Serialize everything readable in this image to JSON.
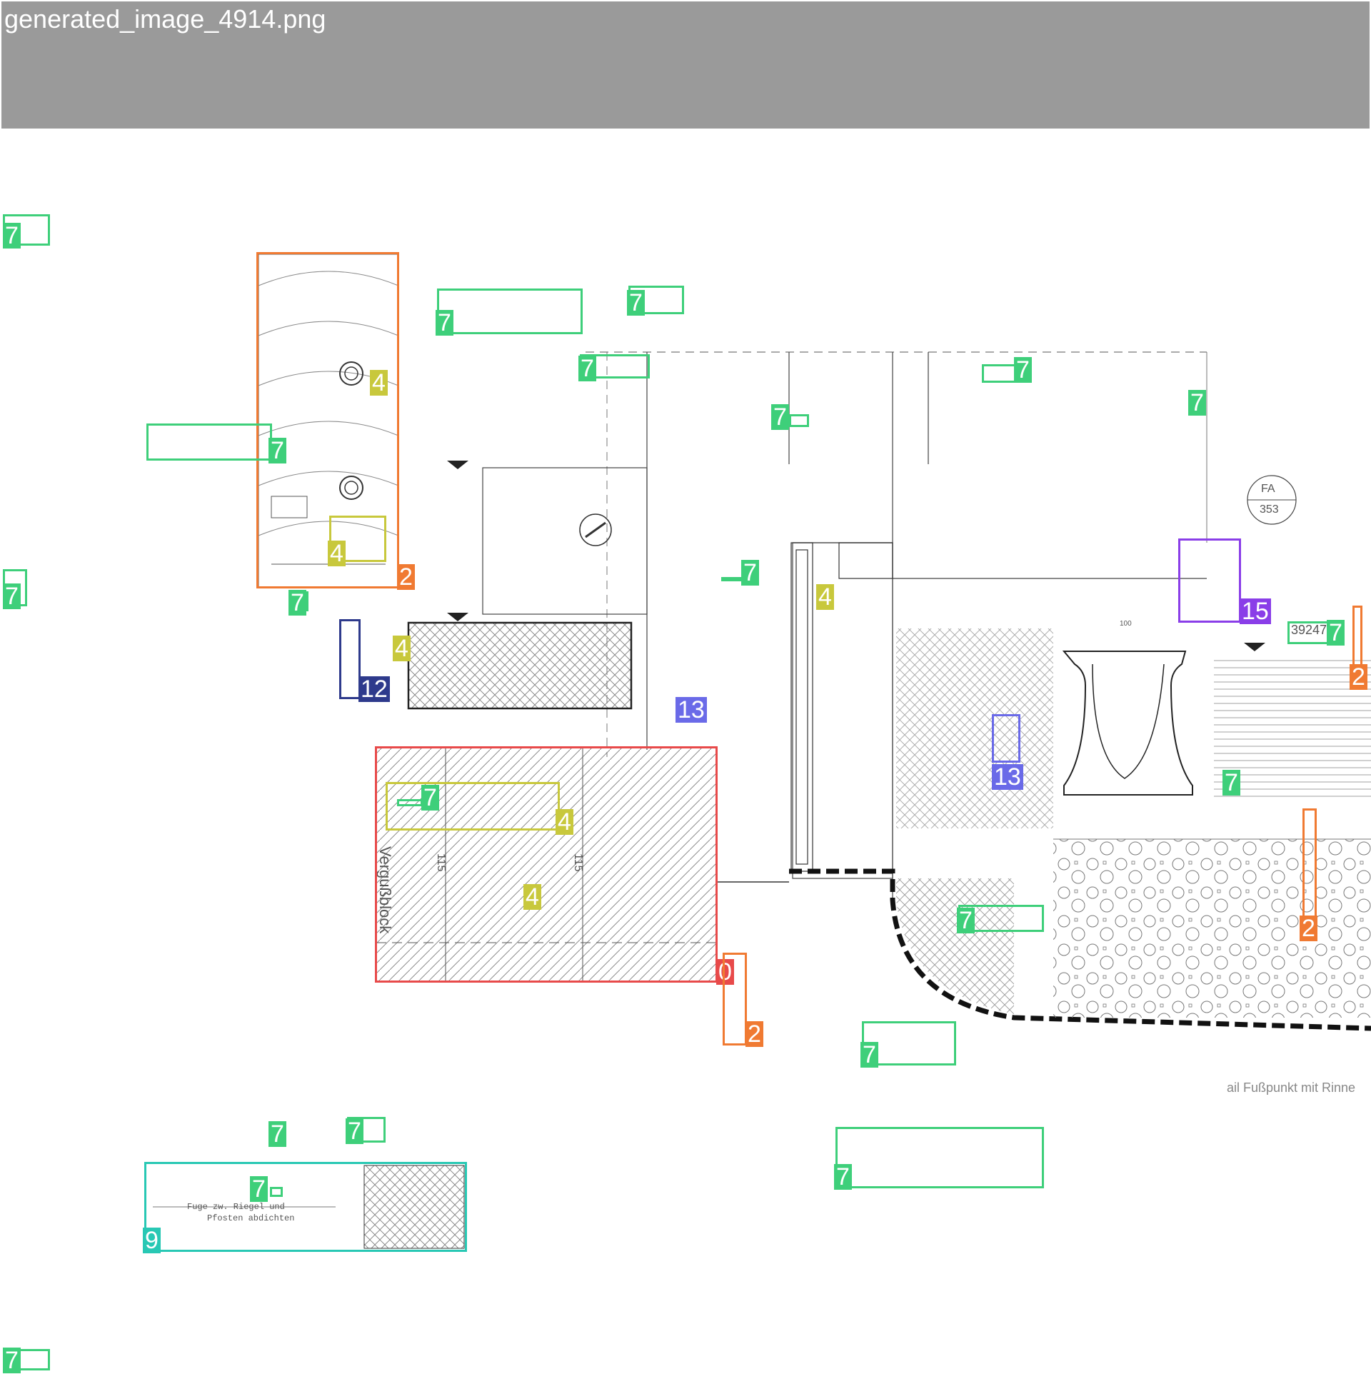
{
  "header": {
    "title": "generated_image_4914.png"
  },
  "caption": "ail Fußpunkt mit Rinne",
  "drawing_texts": {
    "fa_label": "FA",
    "fa_number": "353",
    "wall_label": "Vergußblock",
    "dim_a": "115",
    "dim_b": "115",
    "dim_100": "100",
    "number_tag": "392470",
    "panel_label_1": "Fuge zw. Riegel und",
    "panel_label_2": "Pfosten abdichten"
  },
  "annotations": [
    {
      "id": "label-0",
      "value": "0",
      "color": "#e84a4a"
    },
    {
      "id": "label-2",
      "value": "2",
      "color": "#f07a32"
    },
    {
      "id": "label-4",
      "value": "4",
      "color": "#c8c83c"
    },
    {
      "id": "label-7",
      "value": "7",
      "color": "#3ecf7a"
    },
    {
      "id": "label-9",
      "value": "9",
      "color": "#28c8b4"
    },
    {
      "id": "label-12",
      "value": "12",
      "color": "#2e3a8c"
    },
    {
      "id": "label-13",
      "value": "13",
      "color": "#6a6ae8"
    },
    {
      "id": "label-15",
      "value": "15",
      "color": "#8a3ee8"
    }
  ],
  "colors": {
    "header_bg": "#9a9a9a",
    "line": "#333333",
    "red": "#e84a4a",
    "orange": "#f07a32",
    "yellow": "#c8c83c",
    "green": "#3ecf7a",
    "teal": "#28c8b4",
    "navy": "#2e3a8c",
    "blue": "#6a6ae8",
    "purple": "#8a3ee8"
  }
}
